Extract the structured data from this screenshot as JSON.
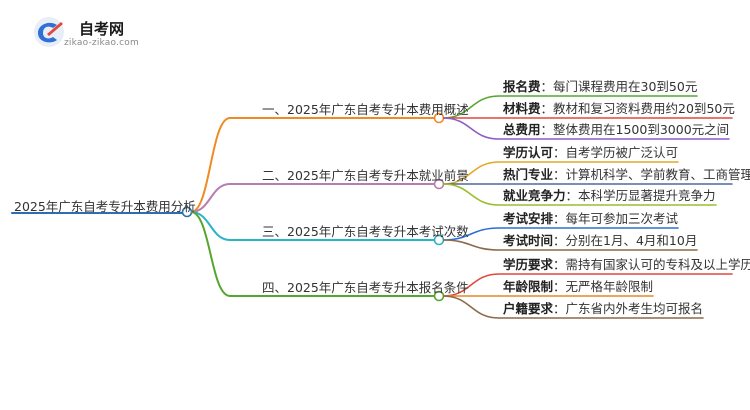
{
  "logo": {
    "title": "自考网",
    "subtitle": "zikao-zikao.com",
    "color": "#2f6fd6"
  },
  "root": {
    "label": "2025年广东自考专升本费用分析",
    "color": "#2a6fb0"
  },
  "branches": [
    {
      "label": "一、2025年广东自考专升本费用概述",
      "color": "#f08a24",
      "children": [
        {
          "key": "报名费",
          "value": "每门课程费用在30到50元",
          "color": "#55a630"
        },
        {
          "key": "材料费",
          "value": "教材和复习资料费用约20到50元",
          "color": "#e0483c"
        },
        {
          "key": "总费用",
          "value": "整体费用在1500到3000元之间",
          "color": "#8e5cc8"
        }
      ]
    },
    {
      "label": "二、2025年广东自考专升本就业前景",
      "color": "#b87cb0",
      "children": [
        {
          "key": "学历认可",
          "value": "自考学历被广泛认可",
          "color": "#e4a72a"
        },
        {
          "key": "热门专业",
          "value": "计算机科学、学前教育、工商管理",
          "color": "#4f6a9a"
        },
        {
          "key": "就业竞争力",
          "value": "本科学历显著提升竞争力",
          "color": "#9bbd2e"
        }
      ]
    },
    {
      "label": "三、2025年广东自考专升本考试次数",
      "color": "#2bb3c8",
      "children": [
        {
          "key": "考试安排",
          "value": "每年可参加三次考试",
          "color": "#2a6fd6"
        },
        {
          "key": "考试时间",
          "value": "分别在1月、4月和10月",
          "color": "#8a6a4a"
        }
      ]
    },
    {
      "label": "四、2025年广东自考专升本报名条件",
      "color": "#55a630",
      "children": [
        {
          "key": "学历要求",
          "value": "需持有国家认可的专科及以上学历",
          "color": "#e0483c"
        },
        {
          "key": "年龄限制",
          "value": "无严格年龄限制",
          "color": "#e08a24"
        },
        {
          "key": "户籍要求",
          "value": "广东省内外考生均可报名",
          "color": "#8a6a4a"
        }
      ]
    }
  ]
}
